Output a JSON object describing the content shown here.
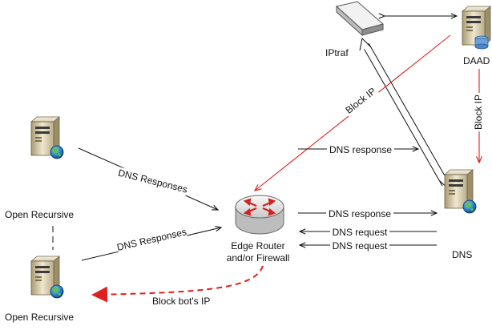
{
  "nodes": {
    "iptraf": {
      "label": "IPtraf",
      "icon": "network-appliance-icon"
    },
    "daad": {
      "label": "DAAD",
      "icon": "database-server-icon"
    },
    "open_recursive_top": {
      "label": "Open Recursive",
      "icon": "web-server-icon"
    },
    "open_recursive_bottom": {
      "label": "Open Recursive",
      "icon": "web-server-icon"
    },
    "router": {
      "label_line1": "Edge Router",
      "label_line2": "and/or Firewall",
      "icon": "router-icon"
    },
    "dns": {
      "label": "DNS",
      "icon": "web-server-icon"
    }
  },
  "edges": {
    "dns_responses_top": "DNS Responses",
    "dns_responses_bottom": "DNS Responses",
    "dns_response_1": "DNS response",
    "dns_response_2": "DNS response",
    "dns_request_1": "DNS request",
    "dns_request_2": "DNS request",
    "block_ip_router": "Block IP",
    "block_ip_dns": "Block IP",
    "block_bots_ip": "Block bot's IP"
  },
  "colors": {
    "block_line": "#e02020",
    "normal_line": "#111111"
  }
}
